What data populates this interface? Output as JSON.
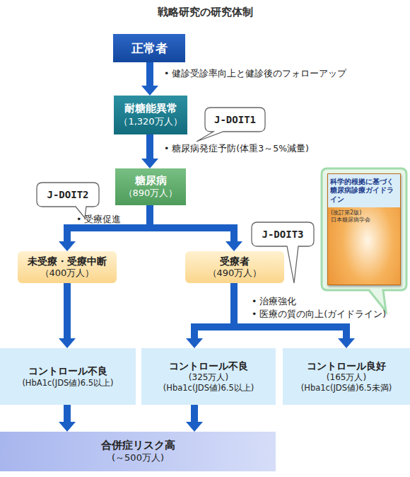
{
  "diagram": {
    "title": "戦略研究の研究体制",
    "nodes": [
      {
        "text": [
          "正常者"
        ]
      },
      {
        "text": [
          "耐糖能異常",
          "（1,320万人）"
        ]
      },
      {
        "text": [
          "糖尿病",
          "（890万人）"
        ]
      },
      {
        "text": [
          "未受療・受療中断",
          "（400万人）"
        ]
      },
      {
        "text": [
          "受療者",
          "（490万人）"
        ]
      },
      {
        "text": [
          "コントロール不良",
          "(HbA1c(JDS値)6.5以上)"
        ]
      },
      {
        "text": [
          "コントロール不良",
          "(325万人)",
          "(Hba1c(JDS値)6.5以上)"
        ]
      },
      {
        "text": [
          "コントロール良好",
          "(165万人)",
          "(Hba1c(JDS値)6.5未満)"
        ]
      },
      {
        "text": [
          "合併症リスク高",
          "(～500万人)"
        ]
      },
      {
        "text": [
          "J-DOIT1"
        ]
      },
      {
        "text": [
          "J-DOIT2"
        ]
      },
      {
        "text": [
          "J-DOIT3"
        ]
      },
      {
        "text": [
          "科学的根拠に基づく 糖尿病診療ガイドライン",
          "(改訂第2版)",
          "日本糖尿病学会"
        ]
      }
    ],
    "edges": [
      {
        "from": 0,
        "to": 1,
        "arrow": "to",
        "label": "• 健診受診率向上と健診後のフォローアップ"
      },
      {
        "from": 1,
        "to": 2,
        "arrow": "to",
        "label": "• 糖尿病発症予防(体重3～5%減量)"
      },
      {
        "from": 2,
        "to": 3,
        "arrow": "to",
        "label": "• 受療促進"
      },
      {
        "from": 2,
        "to": 4,
        "arrow": "to"
      },
      {
        "from": 3,
        "to": 5,
        "arrow": "to"
      },
      {
        "from": 4,
        "to": 6,
        "arrow": "to"
      },
      {
        "from": 4,
        "to": 7,
        "arrow": "to"
      },
      {
        "from": 5,
        "to": 8,
        "arrow": "to"
      },
      {
        "from": 6,
        "to": 8,
        "arrow": "to"
      }
    ],
    "labels": [
      "• 治療強化",
      "• 医療の質の向上(ガイドライン)"
    ]
  }
}
